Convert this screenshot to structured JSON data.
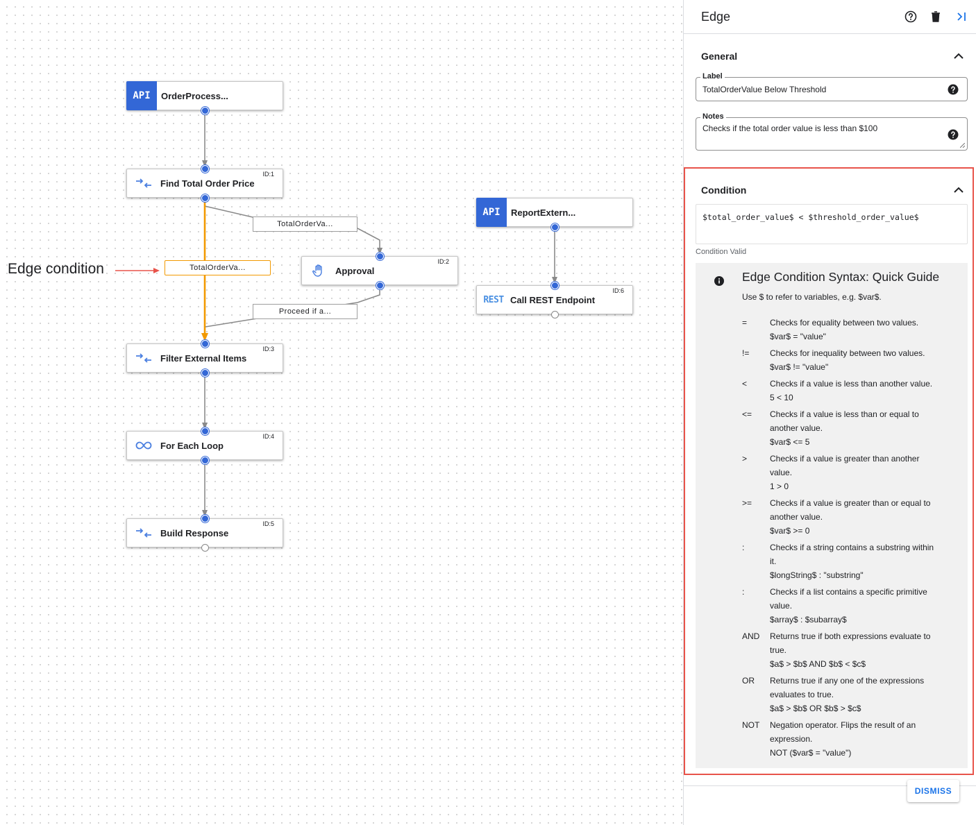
{
  "canvas": {
    "annotation": "Edge condition",
    "nodes": {
      "n1": {
        "label": "OrderProcess...",
        "icon": "api-icon",
        "icon_text": "API"
      },
      "n2": {
        "label": "Find Total Order Price",
        "id": "ID:1",
        "icon": "data-mapping-icon"
      },
      "n3": {
        "label": "Approval",
        "id": "ID:2",
        "icon": "hand-icon"
      },
      "n4": {
        "label": "Filter External Items",
        "id": "ID:3",
        "icon": "data-mapping-icon"
      },
      "n5": {
        "label": "For Each Loop",
        "id": "ID:4",
        "icon": "loop-icon"
      },
      "n6": {
        "label": "Build Response",
        "id": "ID:5",
        "icon": "data-mapping-icon"
      },
      "n7": {
        "label": "ReportExtern...",
        "icon": "api-icon",
        "icon_text": "API"
      },
      "n8": {
        "label": "Call REST Endpoint",
        "id": "ID:6",
        "icon": "rest-icon",
        "icon_text": "REST"
      }
    },
    "edge_labels": {
      "e1": "TotalOrderVa...",
      "e2": "TotalOrderVa...",
      "e3": "Proceed if a..."
    },
    "colors": {
      "selected_edge": "#f29900",
      "edge": "#9e9e9e",
      "port": "#3367d6",
      "api_blue": "#3367d6"
    }
  },
  "panel": {
    "title": "Edge",
    "general": {
      "title": "General",
      "label_field": {
        "label": "Label",
        "value": "TotalOrderValue Below Threshold"
      },
      "notes_field": {
        "label": "Notes",
        "value": "Checks if the total order value is less than $100"
      }
    },
    "condition": {
      "title": "Condition",
      "expression": "$total_order_value$ < $threshold_order_value$",
      "status": "Condition Valid"
    },
    "guide": {
      "title": "Edge Condition Syntax: Quick Guide",
      "subtitle": "Use $ to refer to variables, e.g. $var$.",
      "operators": [
        {
          "symbol": "=",
          "lines": [
            "Checks for equality between two values.",
            "$var$ = \"value\""
          ]
        },
        {
          "symbol": "!=",
          "lines": [
            "Checks for inequality between two values.",
            "$var$ != \"value\""
          ]
        },
        {
          "symbol": "<",
          "lines": [
            "Checks if a value is less than another value.",
            "5 < 10"
          ]
        },
        {
          "symbol": "<=",
          "lines": [
            "Checks if a value is less than or equal to",
            "another value.",
            "$var$ <= 5"
          ]
        },
        {
          "symbol": ">",
          "lines": [
            "Checks if a value is greater than another",
            "value.",
            "1 > 0"
          ]
        },
        {
          "symbol": ">=",
          "lines": [
            "Checks if a value is greater than or equal to",
            "another value.",
            "$var$ >= 0"
          ]
        },
        {
          "symbol": ":",
          "lines": [
            "Checks if a string contains a substring within",
            "it.",
            "$longString$ : \"substring\""
          ]
        },
        {
          "symbol": ":",
          "lines": [
            "Checks if a list contains a specific primitive",
            "value.",
            "$array$ : $subarray$"
          ]
        },
        {
          "symbol": "AND",
          "lines": [
            "Returns true if both expressions evaluate to",
            "true.",
            "$a$ > $b$ AND $b$ < $c$"
          ]
        },
        {
          "symbol": "OR",
          "lines": [
            "Returns true if any one of the expressions",
            "evaluates to true.",
            "$a$ > $b$ OR $b$ > $c$"
          ]
        },
        {
          "symbol": "NOT",
          "lines": [
            "Negation operator. Flips the result of an",
            "expression.",
            "NOT ($var$ = \"value\")"
          ]
        }
      ]
    },
    "dismiss_label": "DISMISS",
    "colors": {
      "highlight_border": "#e8534a",
      "guide_bg": "#f1f1f1",
      "accent": "#1a73e8"
    }
  }
}
